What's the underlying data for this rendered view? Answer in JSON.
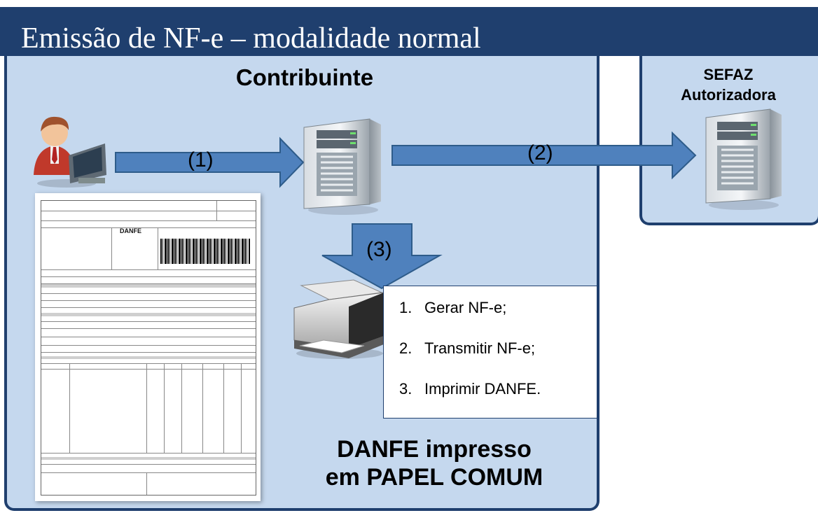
{
  "title": "Emissão de NF-e – modalidade normal",
  "contribuinte_label": "Contribuinte",
  "sefaz_label": [
    "SEFAZ",
    "Autorizadora"
  ],
  "arrows": {
    "a1": "(1)",
    "a2": "(2)",
    "a3": "(3)"
  },
  "steps": [
    {
      "num": "1.",
      "text": "Gerar NF-e;"
    },
    {
      "num": "2.",
      "text": "Transmitir NF-e;"
    },
    {
      "num": "3.",
      "text": "Imprimir DANFE."
    }
  ],
  "danfe_label": [
    "DANFE impresso",
    "em PAPEL COMUM"
  ],
  "document": {
    "heading": "DANFE"
  },
  "colors": {
    "title_bar": "#1f3f6e",
    "box_fill": "#c5d8ee",
    "arrow_fill": "#4f81bd",
    "arrow_stroke": "#2e5c8a"
  },
  "icons": [
    "user-at-computer-icon",
    "server-icon",
    "server-icon",
    "printer-icon"
  ]
}
